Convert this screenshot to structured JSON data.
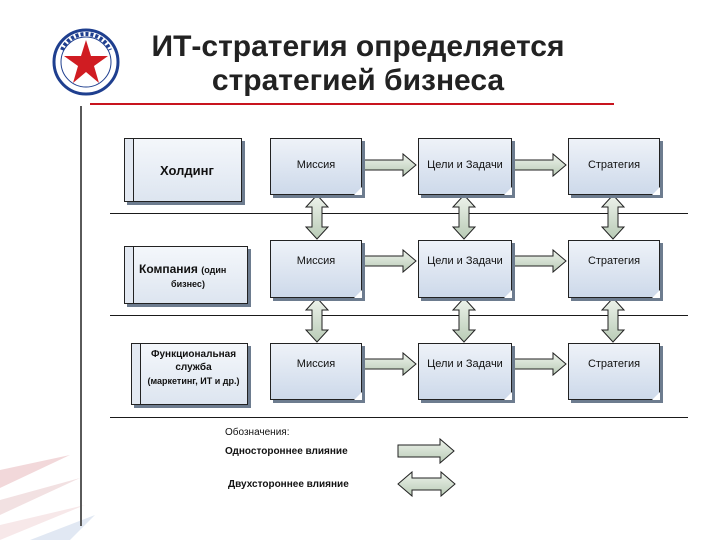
{
  "title": {
    "line1": "ИТ-стратегия определяется",
    "line2": "стратегией бизнеса"
  },
  "rows": [
    {
      "label": "Холдинг",
      "sub": "",
      "cells": [
        "Миссия",
        "Цели и Задачи",
        "Стратегия"
      ]
    },
    {
      "label": "Компания",
      "label_small": "(один",
      "sub": "бизнес)",
      "cells": [
        "Миссия",
        "Цели и Задачи",
        "Стратегия"
      ]
    },
    {
      "label": "Функциональная служба",
      "sub": "(маркетинг, ИТ и др.)",
      "cells": [
        "Миссия",
        "Цели и Задачи",
        "Стратегия"
      ]
    }
  ],
  "legend": {
    "heading": "Обозначения:",
    "one_way": "Одностороннее влияние",
    "two_way": "Двухстороннее влияние"
  },
  "colors": {
    "accent_red": "#c8141e",
    "box_fill": "#cdd9ea",
    "arrow_fill": "#d2dfd0"
  }
}
